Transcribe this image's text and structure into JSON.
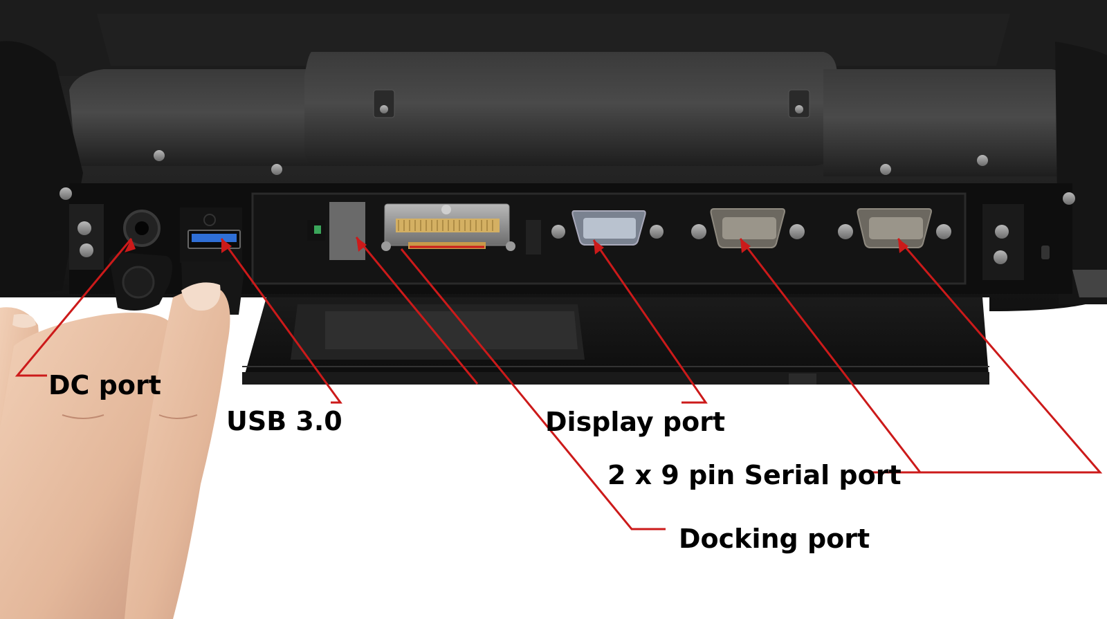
{
  "callouts": {
    "dc_port": "DC port",
    "usb": "USB 3.0",
    "display_port": "Display port",
    "serial_port": "2 x 9 pin Serial port",
    "docking_port": "Docking port"
  },
  "colors": {
    "callout_line": "#cc1a1a",
    "chassis": "#2a2a2a",
    "usb_insert": "#2f6fd6"
  },
  "icons": [
    "dc-port-icon",
    "usb-port-icon",
    "vga-port-icon",
    "serial-port-icon",
    "docking-connector-icon"
  ]
}
